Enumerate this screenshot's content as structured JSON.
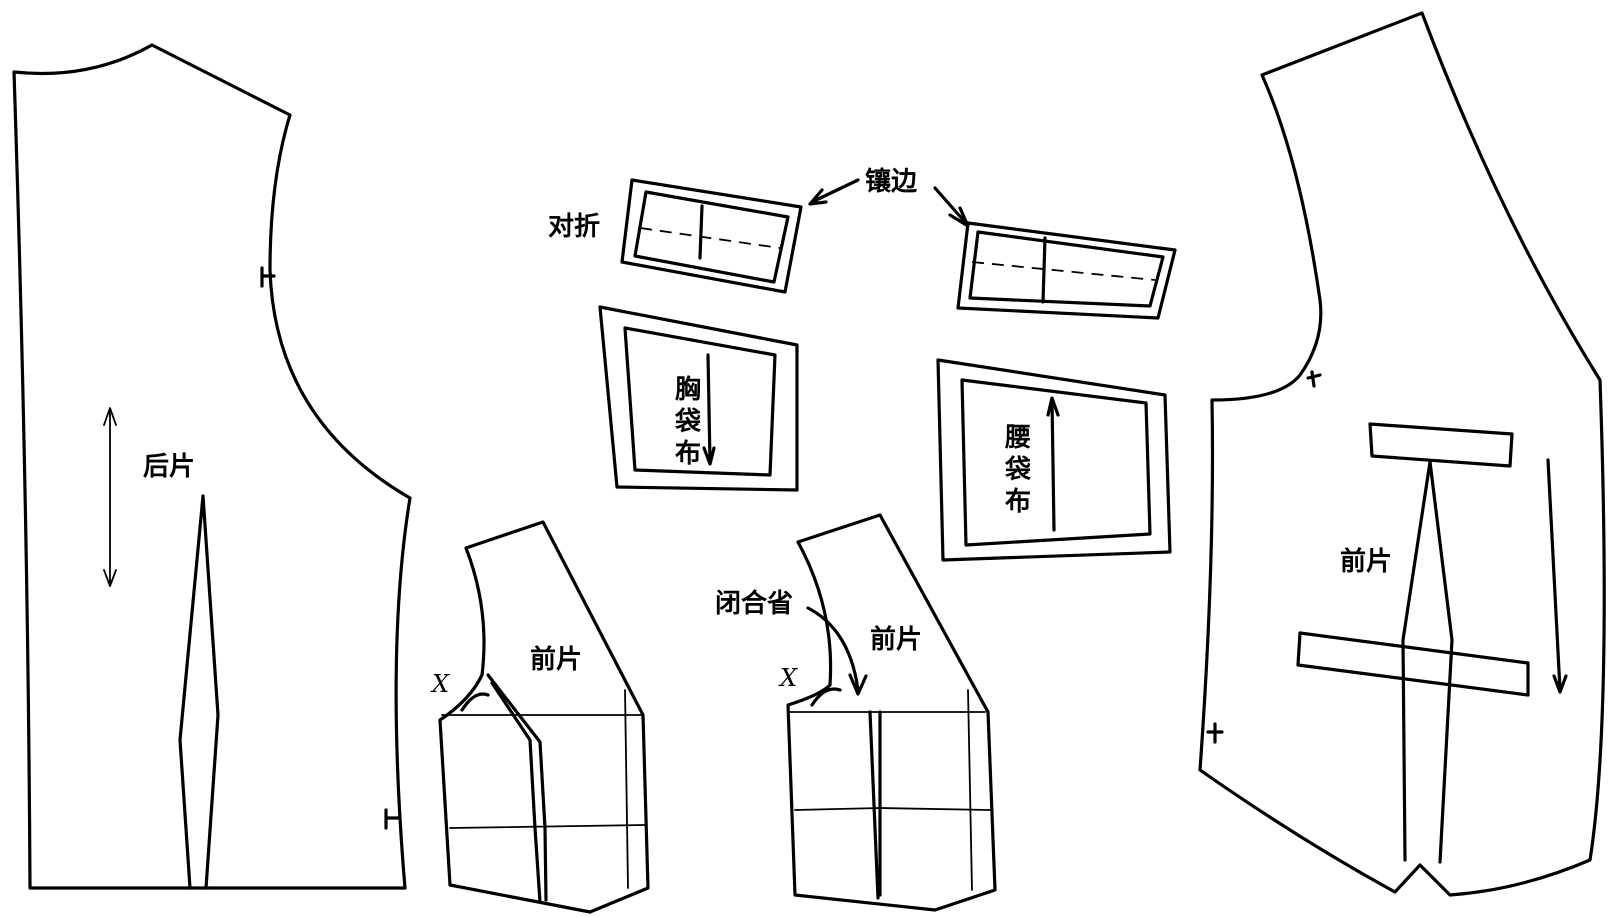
{
  "labels": {
    "back_piece": "后片",
    "fold": "对折",
    "piping": "镶边",
    "chest_pocket_lining": [
      "胸",
      "袋",
      "布"
    ],
    "waist_pocket_lining": [
      "腰",
      "袋",
      "布"
    ],
    "front_piece": "前片",
    "closed_dart": "闭合省",
    "x_mark": "X"
  }
}
